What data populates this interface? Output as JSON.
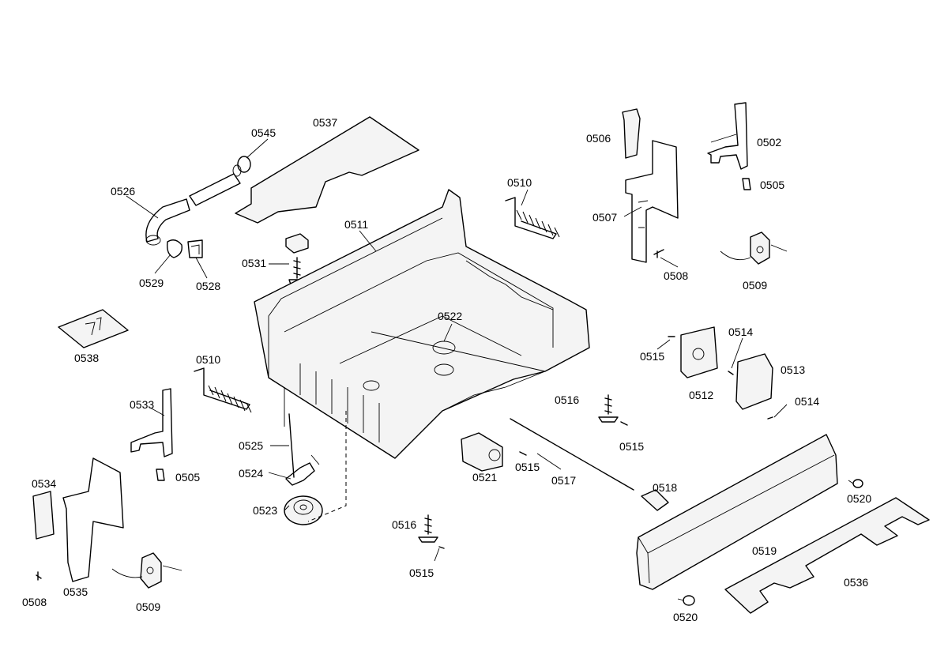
{
  "callouts": [
    {
      "id": "c-0537",
      "label": "0537"
    },
    {
      "id": "c-0545",
      "label": "0545"
    },
    {
      "id": "c-0526",
      "label": "0526"
    },
    {
      "id": "c-0529",
      "label": "0529"
    },
    {
      "id": "c-0528",
      "label": "0528"
    },
    {
      "id": "c-0531",
      "label": "0531"
    },
    {
      "id": "c-0511",
      "label": "0511"
    },
    {
      "id": "c-0510a",
      "label": "0510"
    },
    {
      "id": "c-0506",
      "label": "0506"
    },
    {
      "id": "c-0502",
      "label": "0502"
    },
    {
      "id": "c-0505a",
      "label": "0505"
    },
    {
      "id": "c-0507",
      "label": "0507"
    },
    {
      "id": "c-0508a",
      "label": "0508"
    },
    {
      "id": "c-0509a",
      "label": "0509"
    },
    {
      "id": "c-0538",
      "label": "0538"
    },
    {
      "id": "c-0522",
      "label": "0522"
    },
    {
      "id": "c-0515a",
      "label": "0515"
    },
    {
      "id": "c-0514a",
      "label": "0514"
    },
    {
      "id": "c-0513",
      "label": "0513"
    },
    {
      "id": "c-0512",
      "label": "0512"
    },
    {
      "id": "c-0514b",
      "label": "0514"
    },
    {
      "id": "c-0510b",
      "label": "0510"
    },
    {
      "id": "c-0533",
      "label": "0533"
    },
    {
      "id": "c-0516a",
      "label": "0516"
    },
    {
      "id": "c-0515b",
      "label": "0515"
    },
    {
      "id": "c-0525",
      "label": "0525"
    },
    {
      "id": "c-0505b",
      "label": "0505"
    },
    {
      "id": "c-0524",
      "label": "0524"
    },
    {
      "id": "c-0521",
      "label": "0521"
    },
    {
      "id": "c-0515c",
      "label": "0515"
    },
    {
      "id": "c-0517",
      "label": "0517"
    },
    {
      "id": "c-0534",
      "label": "0534"
    },
    {
      "id": "c-0523",
      "label": "0523"
    },
    {
      "id": "c-0518",
      "label": "0518"
    },
    {
      "id": "c-0520a",
      "label": "0520"
    },
    {
      "id": "c-0516b",
      "label": "0516"
    },
    {
      "id": "c-0519",
      "label": "0519"
    },
    {
      "id": "c-0515d",
      "label": "0515"
    },
    {
      "id": "c-0536",
      "label": "0536"
    },
    {
      "id": "c-0508b",
      "label": "0508"
    },
    {
      "id": "c-0535",
      "label": "0535"
    },
    {
      "id": "c-0509b",
      "label": "0509"
    },
    {
      "id": "c-0520b",
      "label": "0520"
    }
  ]
}
